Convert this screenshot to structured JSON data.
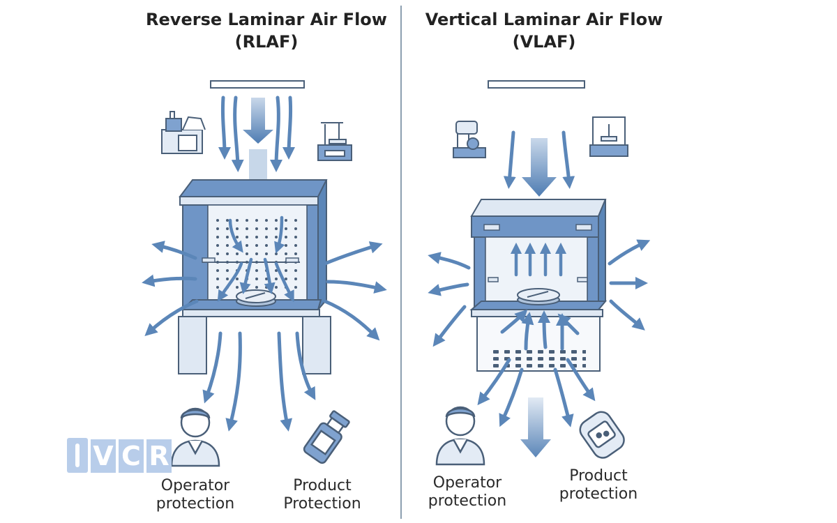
{
  "left_panel": {
    "title_line1": "Reverse Laminar Air Flow",
    "title_line2": "(RLAF)",
    "caption_operator_line1": "Operator",
    "caption_operator_line2": "protection",
    "caption_product_line1": "Product",
    "caption_product_line2": "Protection"
  },
  "right_panel": {
    "title_line1": "Vertical Laminar Air Flow",
    "title_line2": "(VLAF)",
    "caption_operator_line1": "Operator",
    "caption_operator_line2": "protection",
    "caption_product_line1": "Product",
    "caption_product_line2": "protection"
  },
  "watermark": {
    "letters": [
      "V",
      "C",
      "R"
    ]
  },
  "colors": {
    "airflow_blue": "#5b86b8",
    "cabinet_blue": "#6f95c6",
    "cabinet_light": "#dfe8f3",
    "outline_dark": "#4a5f78",
    "watermark_blue": "#b8cdea",
    "divider": "#8c9fb0"
  },
  "icons": [
    "lab-equipment-icon",
    "balance-scale-icon",
    "coffee-machine-icon",
    "operator-icon",
    "vial-icon",
    "vial-shield-icon",
    "petri-dish-icon",
    "hepa-filter-icon"
  ]
}
